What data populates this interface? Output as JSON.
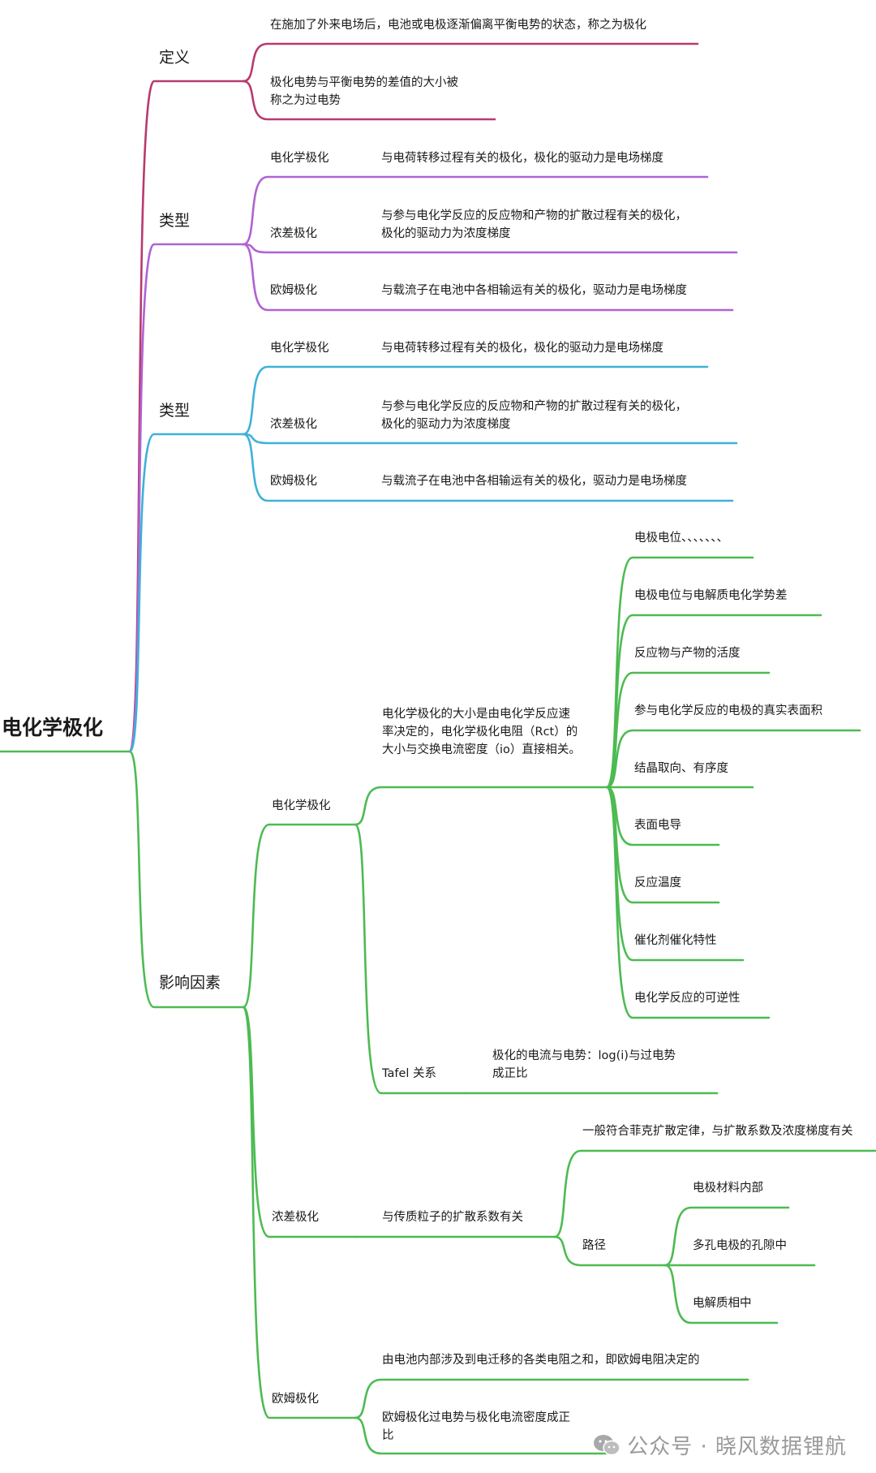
{
  "root": {
    "label": "电化学极化"
  },
  "branches": [
    {
      "id": "definition",
      "label": "定义",
      "color": "#b83a6e",
      "children": [
        {
          "label": "在施加了外来电场后，电池或电极逐渐偏离平衡电势的状态，称之为极化"
        },
        {
          "label": "极化电势与平衡电势的差值的大小被\n称之为过电势"
        }
      ]
    },
    {
      "id": "types-1",
      "label": "类型",
      "color": "#b062d4",
      "children": [
        {
          "label": "电化学极化",
          "desc": "与电荷转移过程有关的极化，极化的驱动力是电场梯度"
        },
        {
          "label": "浓差极化",
          "desc": "与参与电化学反应的反应物和产物的扩散过程有关的极化，\n极化的驱动力为浓度梯度"
        },
        {
          "label": "欧姆极化",
          "desc": "与载流子在电池中各相输运有关的极化，驱动力是电场梯度"
        }
      ]
    },
    {
      "id": "types-2",
      "label": "类型",
      "color": "#3fb1d8",
      "children": [
        {
          "label": "电化学极化",
          "desc": "与电荷转移过程有关的极化，极化的驱动力是电场梯度"
        },
        {
          "label": "浓差极化",
          "desc": "与参与电化学反应的反应物和产物的扩散过程有关的极化，\n极化的驱动力为浓度梯度"
        },
        {
          "label": "欧姆极化",
          "desc": "与载流子在电池中各相输运有关的极化，驱动力是电场梯度"
        }
      ]
    },
    {
      "id": "factors",
      "label": "影响因素",
      "color": "#4cbb52",
      "children": [
        {
          "label": "电化学极化",
          "summary": "电化学极化的大小是由电化学反应速\n率决定的，电化学极化电阻（Rct）的\n大小与交换电流密度（io）直接相关。",
          "factors": [
            "电极电位、、、、、、、",
            "电极电位与电解质电化学势差",
            "反应物与产物的活度",
            "参与电化学反应的电极的真实表面积",
            "结晶取向、有序度",
            "表面电导",
            "反应温度",
            "催化剂催化特性",
            "电化学反应的可逆性"
          ],
          "tafel": {
            "label": "Tafel 关系",
            "desc": "极化的电流与电势：log(i)与过电势\n成正比"
          }
        },
        {
          "label": "浓差极化",
          "summary": "与传质粒子的扩散系数有关",
          "law": "一般符合菲克扩散定律，与扩散系数及浓度梯度有关",
          "path": {
            "label": "路径",
            "items": [
              "电极材料内部",
              "多孔电极的孔隙中",
              "电解质相中"
            ]
          }
        },
        {
          "label": "欧姆极化",
          "items": [
            "由电池内部涉及到电迁移的各类电阻之和，即欧姆电阻决定的",
            "欧姆极化过电势与极化电流密度成正\n比"
          ]
        }
      ]
    }
  ],
  "watermark": {
    "text": "公众号 · 晓风数据锂航",
    "icon": "wechat-icon"
  }
}
